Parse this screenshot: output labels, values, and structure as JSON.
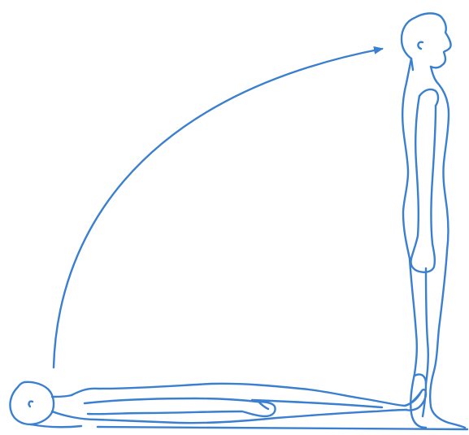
{
  "figure": {
    "stroke_color": "#3a7fd0",
    "background": "#ffffff",
    "elements": {
      "arrow": "curved-arrow",
      "lying_figure": "lying-human-outline",
      "standing_figure": "standing-human-outline"
    }
  }
}
